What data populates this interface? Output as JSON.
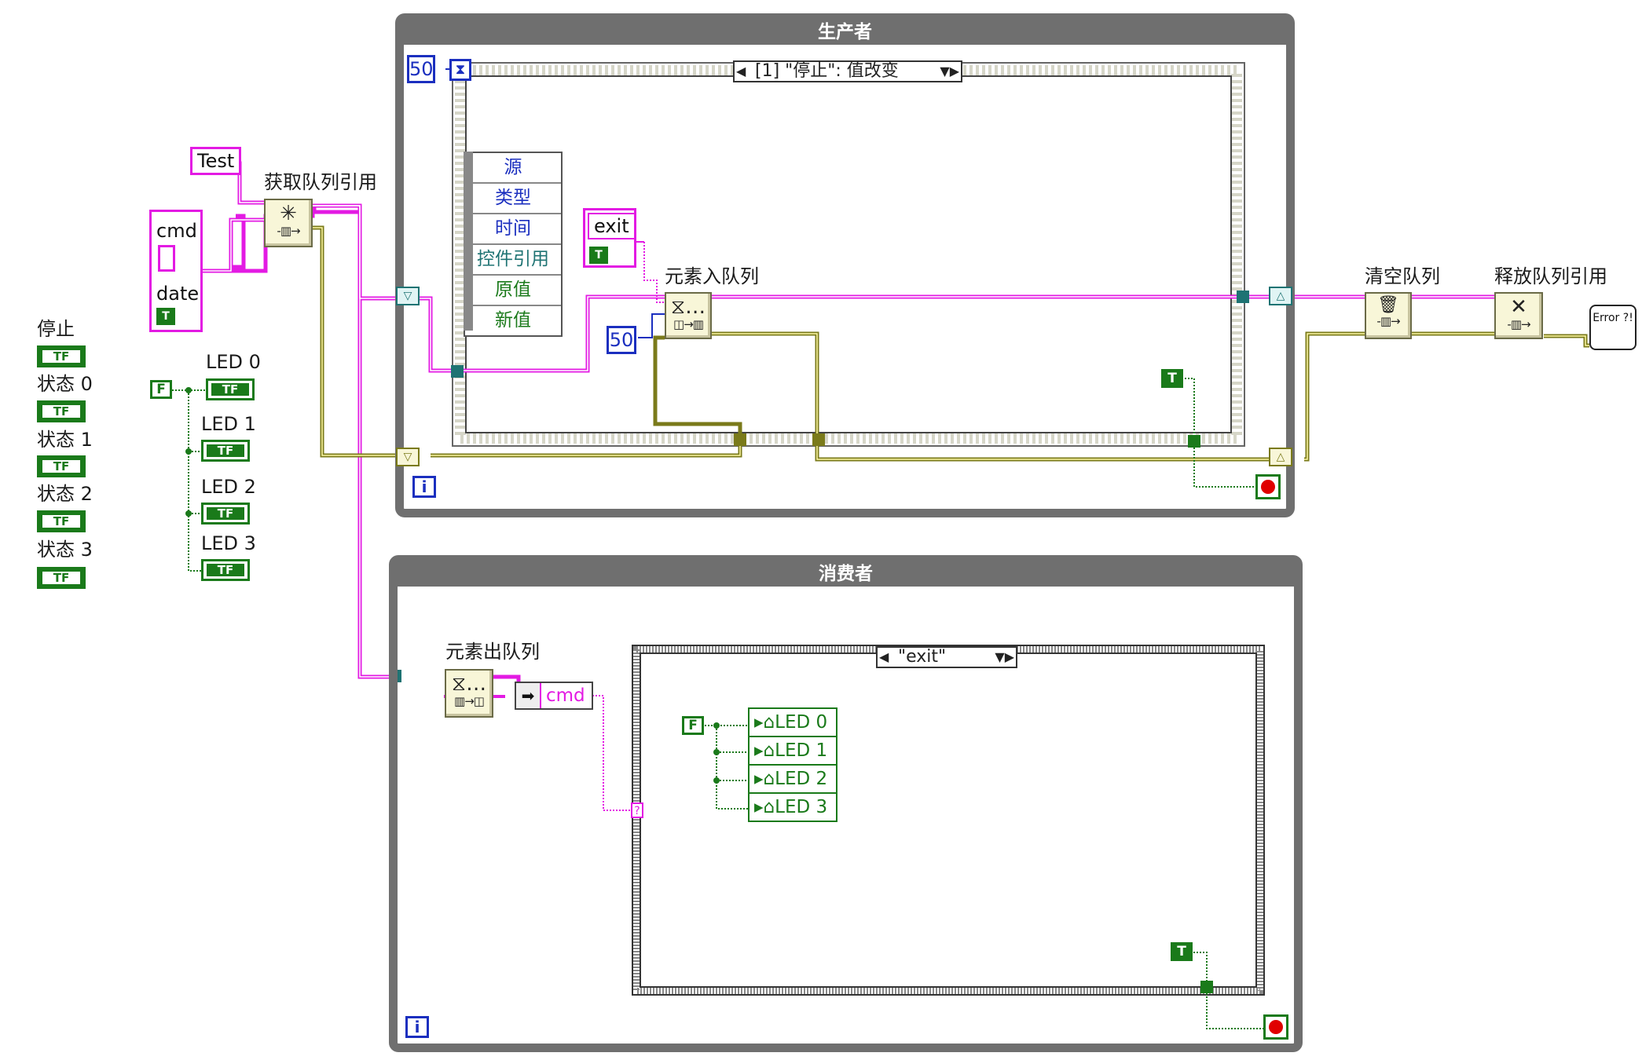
{
  "producer_loop": {
    "title": "生产者",
    "timeout_value": "50",
    "event_case_selector": "[1] \"停止\": 值改变",
    "event_fields": [
      "源",
      "类型",
      "时间",
      "控件引用",
      "原值",
      "新值"
    ],
    "enqueue_label": "元素入队列",
    "enqueue_timeout": "50",
    "cluster_text": "exit",
    "iteration_terminal": "i"
  },
  "consumer_loop": {
    "title": "消费者",
    "dequeue_label": "元素出队列",
    "unbundle_field": "cmd",
    "case_selector": "\"exit\"",
    "led_locals": [
      "LED 0",
      "LED 1",
      "LED 2",
      "LED 3"
    ],
    "case_selector_terminal": "?",
    "iteration_terminal": "i"
  },
  "left_panel": {
    "queue_name": "Test",
    "obtain_queue_label": "获取队列引用",
    "cluster_fields": [
      "cmd",
      "date"
    ],
    "controls": [
      "停止",
      "状态 0",
      "状态 1",
      "状态 2",
      "状态 3"
    ],
    "led_indicators": [
      "LED 0",
      "LED 1",
      "LED 2",
      "LED 3"
    ],
    "false_constant": "F",
    "true_constant": "T",
    "bool_glyph": "TF"
  },
  "right_side": {
    "flush_queue_label": "清空队列",
    "release_queue_label": "释放队列引用",
    "error_handler_text": "Error ?!"
  },
  "colors": {
    "queue_wire": "#e31ae3",
    "error_wire": "#7a7a1a",
    "boolean_wire": "#1a7a1a",
    "numeric": "#1b2fbf",
    "loop_frame": "#6f6f6f"
  }
}
